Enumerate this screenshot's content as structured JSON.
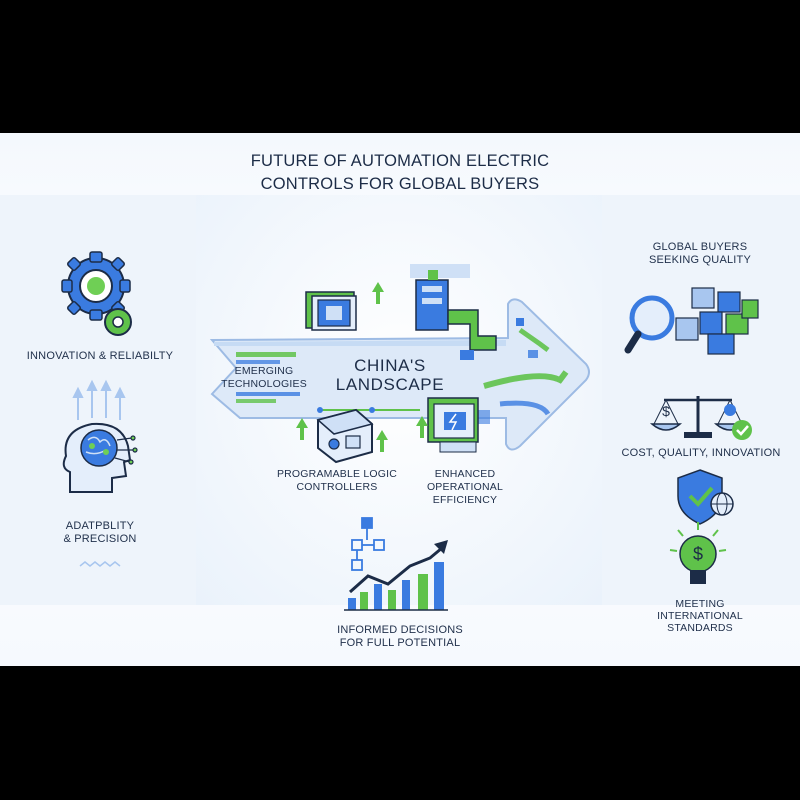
{
  "title_line1": "FUTURE OF AUTOMATION ELECTRIC",
  "title_line2": "CONTROLS FOR GLOBAL BUYERS",
  "left": {
    "innovation": "INNOVATION & RELIABILTY",
    "adapt_line1": "ADATPBLITY",
    "adapt_line2": "& PRECISION"
  },
  "center": {
    "landscape_line1": "CHINA'S",
    "landscape_line2": "LANDSCAPE",
    "emerging_line1": "EMERGING",
    "emerging_line2": "TECHNOLOGIES",
    "plc_line1": "PROGRAMABLE LOGIC",
    "plc_line2": "CONTROLLERS",
    "efficiency_line1": "ENHANCED OPERATIONAL",
    "efficiency_line2": "EFFICIENCY",
    "informed_line1": "INFORMED DECISIONS",
    "informed_line2": "FOR FULL POTENTIAL"
  },
  "right": {
    "buyers_line1": "GLOBAL BUYERS",
    "buyers_line2": "SEEKING QUALITY",
    "cost": "COST, QUALITY, INNOVATION",
    "standards_line1": "MEETING",
    "standards_line2": "INTERNATIONAL",
    "standards_line3": "STANDARDS"
  },
  "colors": {
    "blue": "#2f6fd6",
    "green": "#5fc24a",
    "navy": "#1c2c47",
    "lightblue": "#cfe0f6"
  }
}
